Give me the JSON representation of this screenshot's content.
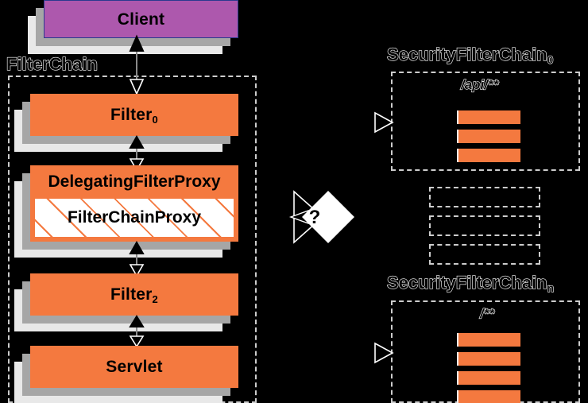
{
  "diagram": {
    "title": "Spring Security FilterChainProxy delegation",
    "colors": {
      "background": "#000000",
      "orange": "#f4793f",
      "purple": "#ad58ad",
      "purple_border": "#2b3a8f",
      "shadow_mid": "#a6a6a6",
      "shadow_back": "#e8e8e8",
      "dashed_border": "#cccccc",
      "outline_text": "#ffffff"
    }
  },
  "left": {
    "client": {
      "label": "Client"
    },
    "filter_chain_label": "FilterChain",
    "filter0": {
      "label": "Filter",
      "subscript": "0"
    },
    "delegating_filter_proxy": {
      "title": "DelegatingFilterProxy",
      "inner": "FilterChainProxy"
    },
    "filter2": {
      "label": "Filter",
      "subscript": "2"
    },
    "servlet": {
      "label": "Servlet"
    }
  },
  "decision": {
    "symbol": "?"
  },
  "right": {
    "chain_top": {
      "title": "SecurityFilterChain",
      "subscript": "0",
      "path": "/api/**",
      "filter_count": 3
    },
    "ellipsis_rows": 3,
    "chain_bottom": {
      "title": "SecurityFilterChain",
      "subscript": "n",
      "path": "/**",
      "filter_count": 4
    }
  }
}
